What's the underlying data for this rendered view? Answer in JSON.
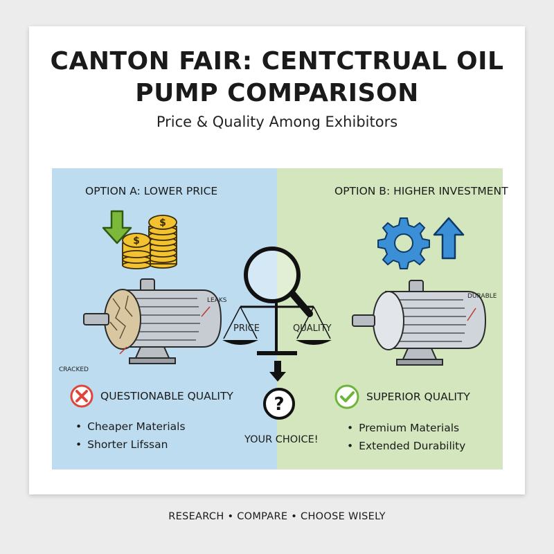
{
  "header": {
    "title_line1": "CANTON FAIR: CENTCTRUAL OIL",
    "title_line2": "PUMP COMPARISON",
    "subtitle": "Price & Quality Among Exhibitors"
  },
  "option_a": {
    "title": "OPTION A: LOWER PRICE",
    "label_leaks": "LEAKS",
    "label_cracked": "CRACKED",
    "quality": "QUESTIONABLE QUALITY",
    "bullets": [
      "Cheaper Materials",
      "Shorter Lifssan"
    ]
  },
  "option_b": {
    "title": "OPTION B: HIGHER INVESTMENT",
    "label_durable": "DURABLE",
    "quality": "SUPERIOR QUALITY",
    "bullets": [
      "Premium Materials",
      "Extended Durability"
    ]
  },
  "center": {
    "price_label": "PRICE",
    "quality_label": "QUALITY",
    "choice": "YOUR CHOICE!"
  },
  "footer": "RESEARCH • COMPARE • CHOOSE WISELY",
  "colors": {
    "left_panel": "#bddcf0",
    "right_panel": "#d3e6bd",
    "coin_gold": "#f2c230",
    "arrow_green": "#7cb83a",
    "gear_blue": "#3a8fd6",
    "cross_red": "#e0453a",
    "check_green": "#6cb43a"
  }
}
